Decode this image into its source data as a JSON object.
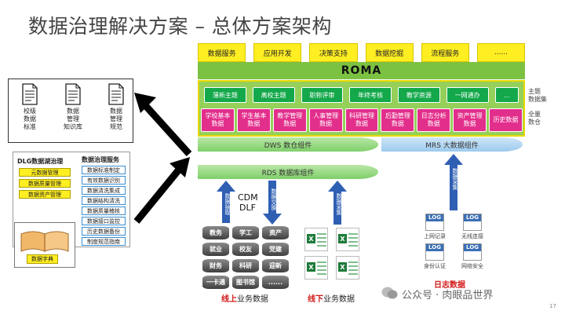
{
  "title": "数据治理解决方案 – 总体方案架构",
  "services": [
    "数据服务",
    "应用开发",
    "决策支持",
    "数据挖掘",
    "流程服务",
    "......"
  ],
  "roma": "ROMA",
  "topics": [
    "薄新主题",
    "离校主题",
    "职称评审",
    "年终考核",
    "教学资源",
    "一网通办",
    "..."
  ],
  "topic_side": "主题\n数据集",
  "full_data": [
    "学校基本数据",
    "学生基本数据",
    "教学管理数据",
    "人事管理数据",
    "科研管理数据",
    "后勤管理数据",
    "日志分析数据",
    "资产管理数据",
    "历史数据"
  ],
  "full_side": "全量\n数仓",
  "dws": "DWS 数仓组件",
  "mrs": "MRS 大数据组件",
  "rds": "RDS 数据库组件",
  "cdm": "CDM",
  "dlf": "DLF",
  "arrow_texts": {
    "collect1": "数据抽取",
    "exchange": "数据交换",
    "collect2": "数据采集",
    "collect3": "数据采集"
  },
  "docs": [
    "校级\n数据\n标准",
    "数据\n管理\n知识库",
    "数据\n管理\n规范"
  ],
  "dlg": {
    "title": "DLG数据湖治理",
    "items": [
      "元数据管理",
      "数据质量管理",
      "数据资产管理"
    ]
  },
  "gov": {
    "title": "数据治理服务",
    "items": [
      "数据标准制定",
      "有效数据识别",
      "数据清洗集成",
      "数据结构清洗",
      "数据质量稽核",
      "数据接口监控",
      "历史数据备份",
      "制度规范指南"
    ]
  },
  "dict": "数据字典",
  "online_items": [
    "教务",
    "学工",
    "资产",
    "就业",
    "校友",
    "党建",
    "财务",
    "科研",
    "迎新",
    "一卡通",
    "图书馆",
    "......"
  ],
  "online_label_red": "线上",
  "online_label": "业务数据",
  "offline_label_red": "线下",
  "offline_label": "业务数据",
  "logs": [
    "上网记录",
    "无线连接",
    "身份认证",
    "网络安全"
  ],
  "log_icon": "LOG",
  "log_label": "日志数据",
  "watermark": "公众号 · 肉眼品世界",
  "page_no": "17",
  "colors": {
    "magenta": "#e32f8c",
    "green": "#13a84a",
    "yellow": "#ffee22",
    "red": "#d21a1a"
  }
}
